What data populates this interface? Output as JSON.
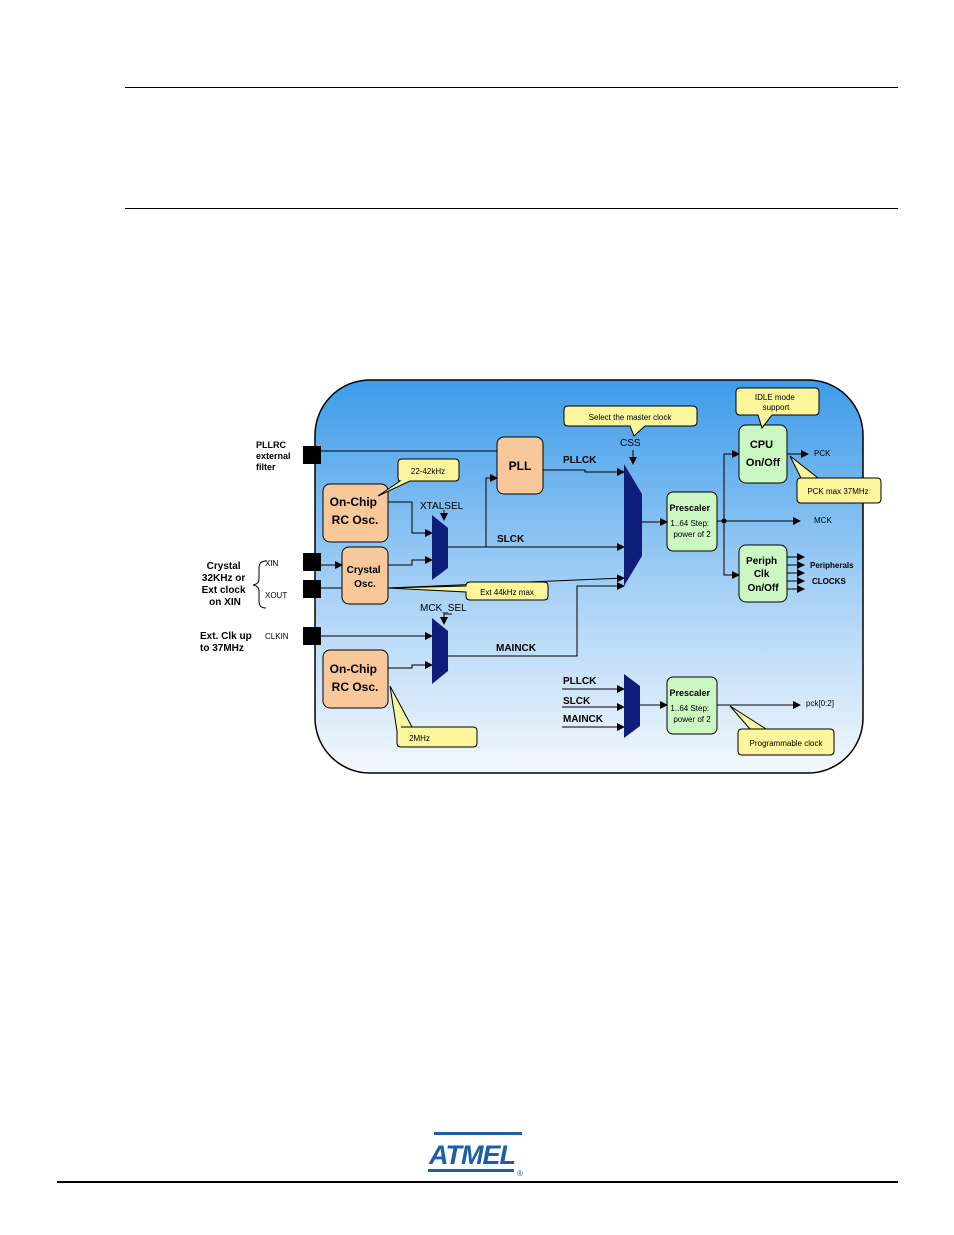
{
  "pins": {
    "pllrc_label": [
      "PLLRC",
      "external",
      "filter"
    ],
    "crystal_label": [
      "Crystal",
      "32KHz or",
      "Ext clock",
      "on XIN"
    ],
    "xin": "XIN",
    "xout": "XOUT",
    "extclk_label": [
      "Ext. Clk up",
      "to 37MHz"
    ],
    "clkin": "CLKIN"
  },
  "blocks": {
    "rc_osc_top": [
      "On-Chip",
      "RC Osc."
    ],
    "crystal_osc": [
      "Crystal",
      "Osc."
    ],
    "rc_osc_bottom": [
      "On-Chip",
      "RC Osc."
    ],
    "pll": "PLL",
    "prescaler_main": [
      "Prescaler",
      "1..64 Step:",
      "power of 2"
    ],
    "prescaler_prog": [
      "Prescaler",
      "1..64 Step:",
      "power of 2"
    ],
    "cpu": [
      "CPU",
      "On/Off"
    ],
    "periph": [
      "Periph",
      "Clk",
      "On/Off"
    ]
  },
  "signals": {
    "xtalsel": "XTALSEL",
    "slck": "SLCK",
    "pllck": "PLLCK",
    "css": "CSS",
    "mck_sel": "MCK_SEL",
    "mainck": "MAINCK",
    "pck": "PCK",
    "mck": "MCK",
    "peripherals": "Peripherals",
    "clocks": "CLOCKS",
    "pllck_2": "PLLCK",
    "slck_2": "SLCK",
    "mainck_2": "MAINCK",
    "pck_out": "pck[0:2]"
  },
  "callouts": {
    "rc_freq": "22-42kHz",
    "ext_max": "Ext 44kHz max",
    "rc2_freq": "2MHz",
    "select_master": "Select the master clock",
    "idle_mode": [
      "IDLE mode",
      "support"
    ],
    "pck_max": "PCK max 37MHz",
    "programmable": "Programmable clock"
  },
  "logo": {
    "text": "ATMEL",
    "registered": "®"
  },
  "colors": {
    "panel_top": "#3d9be9",
    "panel_bottom": "#f4f8fd",
    "osc_fill": "#f8c79a",
    "green_fill": "#ccf7c2",
    "mux_fill": "#0f1c7a",
    "callout_fill": "#fbf59c",
    "logo_blue": "#1a5fa8"
  }
}
